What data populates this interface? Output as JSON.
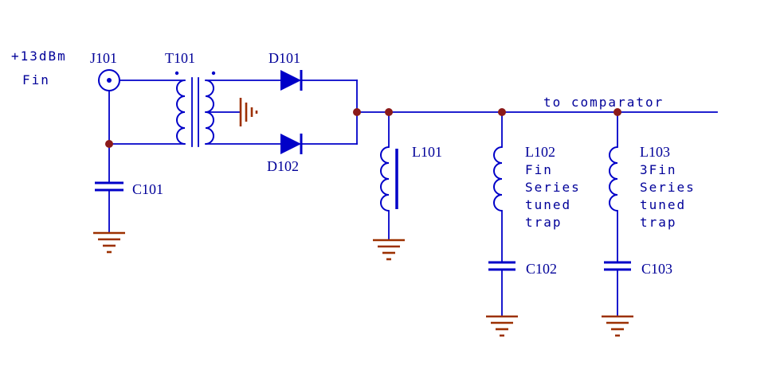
{
  "annotations": {
    "power": "+13dBm",
    "signal": "Fin",
    "output": "to comparator"
  },
  "components": {
    "j101": {
      "ref": "J101"
    },
    "t101": {
      "ref": "T101"
    },
    "d101": {
      "ref": "D101"
    },
    "d102": {
      "ref": "D102"
    },
    "c101": {
      "ref": "C101"
    },
    "l101": {
      "ref": "L101"
    },
    "l102": {
      "ref": "L102",
      "desc": [
        "Fin",
        "Series",
        "tuned",
        "trap"
      ]
    },
    "c102": {
      "ref": "C102"
    },
    "l103": {
      "ref": "L103",
      "desc": [
        "3Fin",
        "Series",
        "tuned",
        "trap"
      ]
    },
    "c103": {
      "ref": "C103"
    }
  },
  "colors": {
    "wire": "#0000c8",
    "label": "#000099",
    "ground": "#9c3000",
    "junction": "#8b1a1a"
  }
}
